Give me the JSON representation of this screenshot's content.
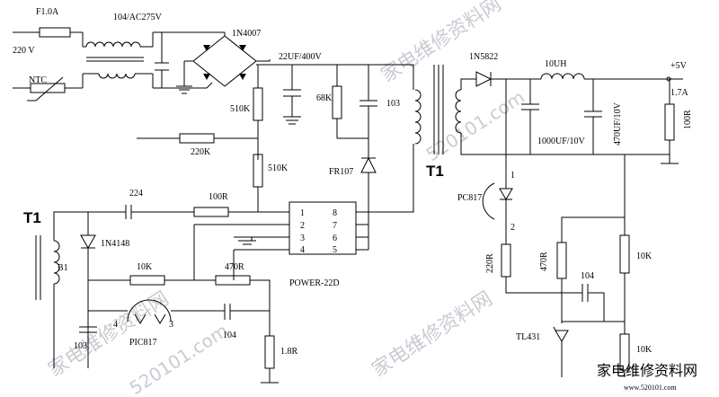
{
  "labels": {
    "fuse": "F1.0A",
    "x_cap": "104/AC275V",
    "bridge": "1N4007",
    "input_v": "220 V",
    "ntc": "NTC",
    "bulk_cap": "22UF/400V",
    "r510k_top": "510K",
    "r510k_mid": "510K",
    "r220k": "220K",
    "r68k": "68K",
    "c103_snub": "103",
    "d_fr107": "FR107",
    "t1_main": "T1",
    "t1_aux": "T1",
    "c224": "224",
    "r100r_in": "100R",
    "d1n4148": "1N4148",
    "b1": "B1",
    "r10k_left": "10K",
    "r470r_left": "470R",
    "ic_name": "POWER-22D",
    "pin1": "1",
    "pin2": "2",
    "pin3": "3",
    "pin4": "4",
    "pin5": "5",
    "pin6": "6",
    "pin7": "7",
    "pin8": "8",
    "opto_left_pin4": "4",
    "opto_left_pin3": "3",
    "opto_left": "PIC817",
    "c104_left": "104",
    "c103_left": "103",
    "r1_8r": "1.8R",
    "d1n5822": "1N5822",
    "l10uh": "10UH",
    "out_v": "+5V",
    "out_i": "1.7A",
    "c1000uf": "1000UF/10V",
    "c470uf": "470UF/10V",
    "r100r_out": "100R",
    "opto_right": "PC817",
    "opto_right_pin1": "1",
    "opto_right_pin2": "2",
    "r220r": "220R",
    "r470r_right": "470R",
    "c104_right": "104",
    "r10k_top": "10K",
    "r10k_bot": "10K",
    "tl431": "TL431"
  },
  "watermark": {
    "cn": "家电维修资料网",
    "url": "520101.com",
    "logo_cn": "家电维修资料网",
    "logo_url": "www.520101.com"
  },
  "colors": {
    "ink": "#000000",
    "watermark": "#c8ccd2",
    "logo_blue": "#3a78c4"
  }
}
